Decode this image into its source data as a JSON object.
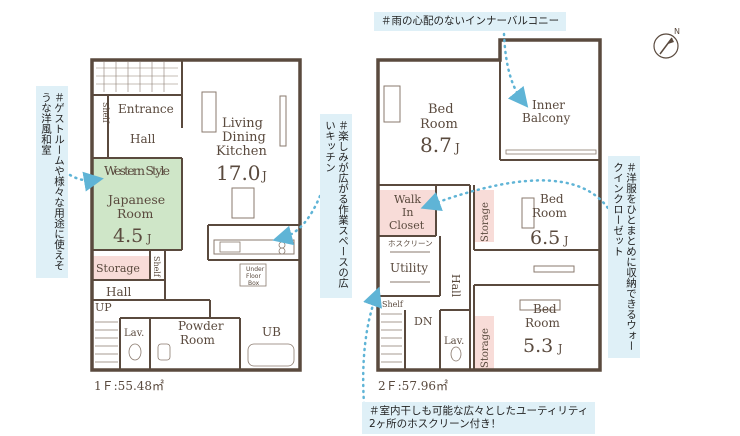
{
  "floor1": {
    "label": "1Ｆ:55.48㎡",
    "rooms": {
      "entrance": "Entrance",
      "hall_top": "Hall",
      "shelf_top": "Shelf",
      "western": "Western Style",
      "japanese_line1": "Japanese",
      "japanese_line2": "Room",
      "japanese_size": "4.5",
      "storage": "Storage",
      "shelf_side": "Shelf",
      "hall_bottom": "Hall",
      "up": "UP",
      "lav": "Lav.",
      "powder": "Powder Room",
      "ub": "UB",
      "ldk_line1": "Living",
      "ldk_line2": "Dining",
      "ldk_line3": "Kitchen",
      "ldk_size": "17.0",
      "under_floor_line1": "Under",
      "under_floor_line2": "Floor",
      "under_floor_line3": "Box",
      "size_unit": "J"
    }
  },
  "floor2": {
    "label": "2Ｆ:57.96㎡",
    "rooms": {
      "bed1_line1": "Bed",
      "bed1_line2": "Room",
      "bed1_size": "8.7",
      "inner_balcony_line1": "Inner",
      "inner_balcony_line2": "Balcony",
      "walkin_line1": "Walk",
      "walkin_line2": "In",
      "walkin_line3": "Closet",
      "storage_a": "Storage",
      "bed2_line1": "Bed",
      "bed2_line2": "Room",
      "bed2_size": "6.5",
      "hoscreen": "ホスクリーン",
      "utility": "Utility",
      "hall": "Hall",
      "shelf": "Shelf",
      "dn": "DN",
      "lav": "Lav.",
      "storage_b": "Storage",
      "bed3_line1": "Bed",
      "bed3_line2": "Room",
      "bed3_size": "5.3",
      "size_unit": "J"
    }
  },
  "callouts": {
    "balcony": "＃雨の心配のないインナーバルコニー",
    "guest_room": "＃ゲストルームや様々な用途に使えそうな洋風和室",
    "kitchen": "＃楽しみが広がる作業スペースの広いキッチン",
    "closet": "＃洋服をひとまとめに収納できるウォークインクローゼット",
    "utility_line1": "＃室内干しも可能な広々としたユーティリティ",
    "utility_line2": "2ヶ所のホスクリーン付き！"
  },
  "icons": [
    "compass-icon"
  ],
  "colors": {
    "wall": "#5a4a3e",
    "tatami": "#cfe6c8",
    "storage": "#f8dcd8",
    "callout_bg": "#dff0f7",
    "dotted_arrow": "#5fb4d6"
  }
}
